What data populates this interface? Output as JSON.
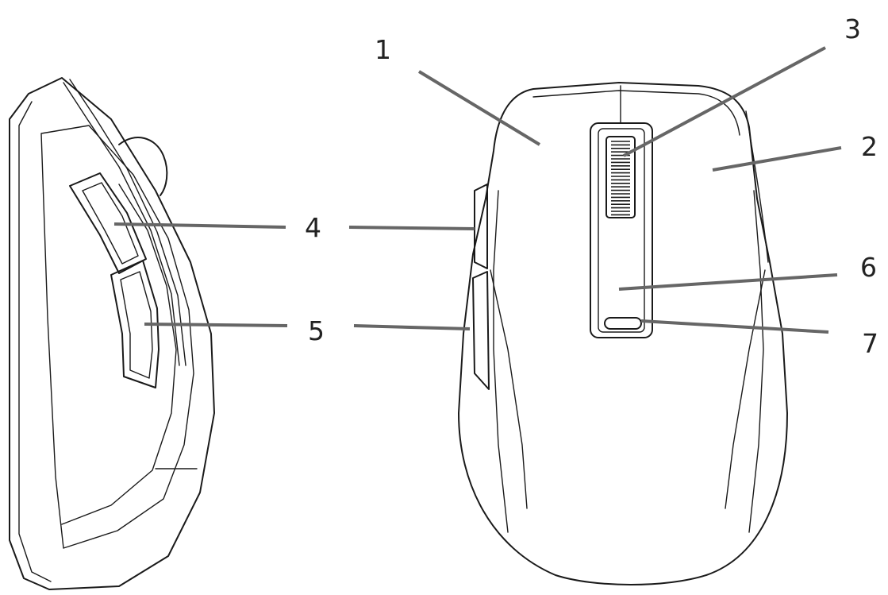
{
  "colors": {
    "outline": "#1a1a1a",
    "leader": "#666666",
    "label": "#222222",
    "background": "#ffffff"
  },
  "callouts": [
    {
      "id": "1",
      "label": "1"
    },
    {
      "id": "2",
      "label": "2"
    },
    {
      "id": "3",
      "label": "3"
    },
    {
      "id": "4",
      "label": "4"
    },
    {
      "id": "5",
      "label": "5"
    },
    {
      "id": "6",
      "label": "6"
    },
    {
      "id": "7",
      "label": "7"
    }
  ]
}
